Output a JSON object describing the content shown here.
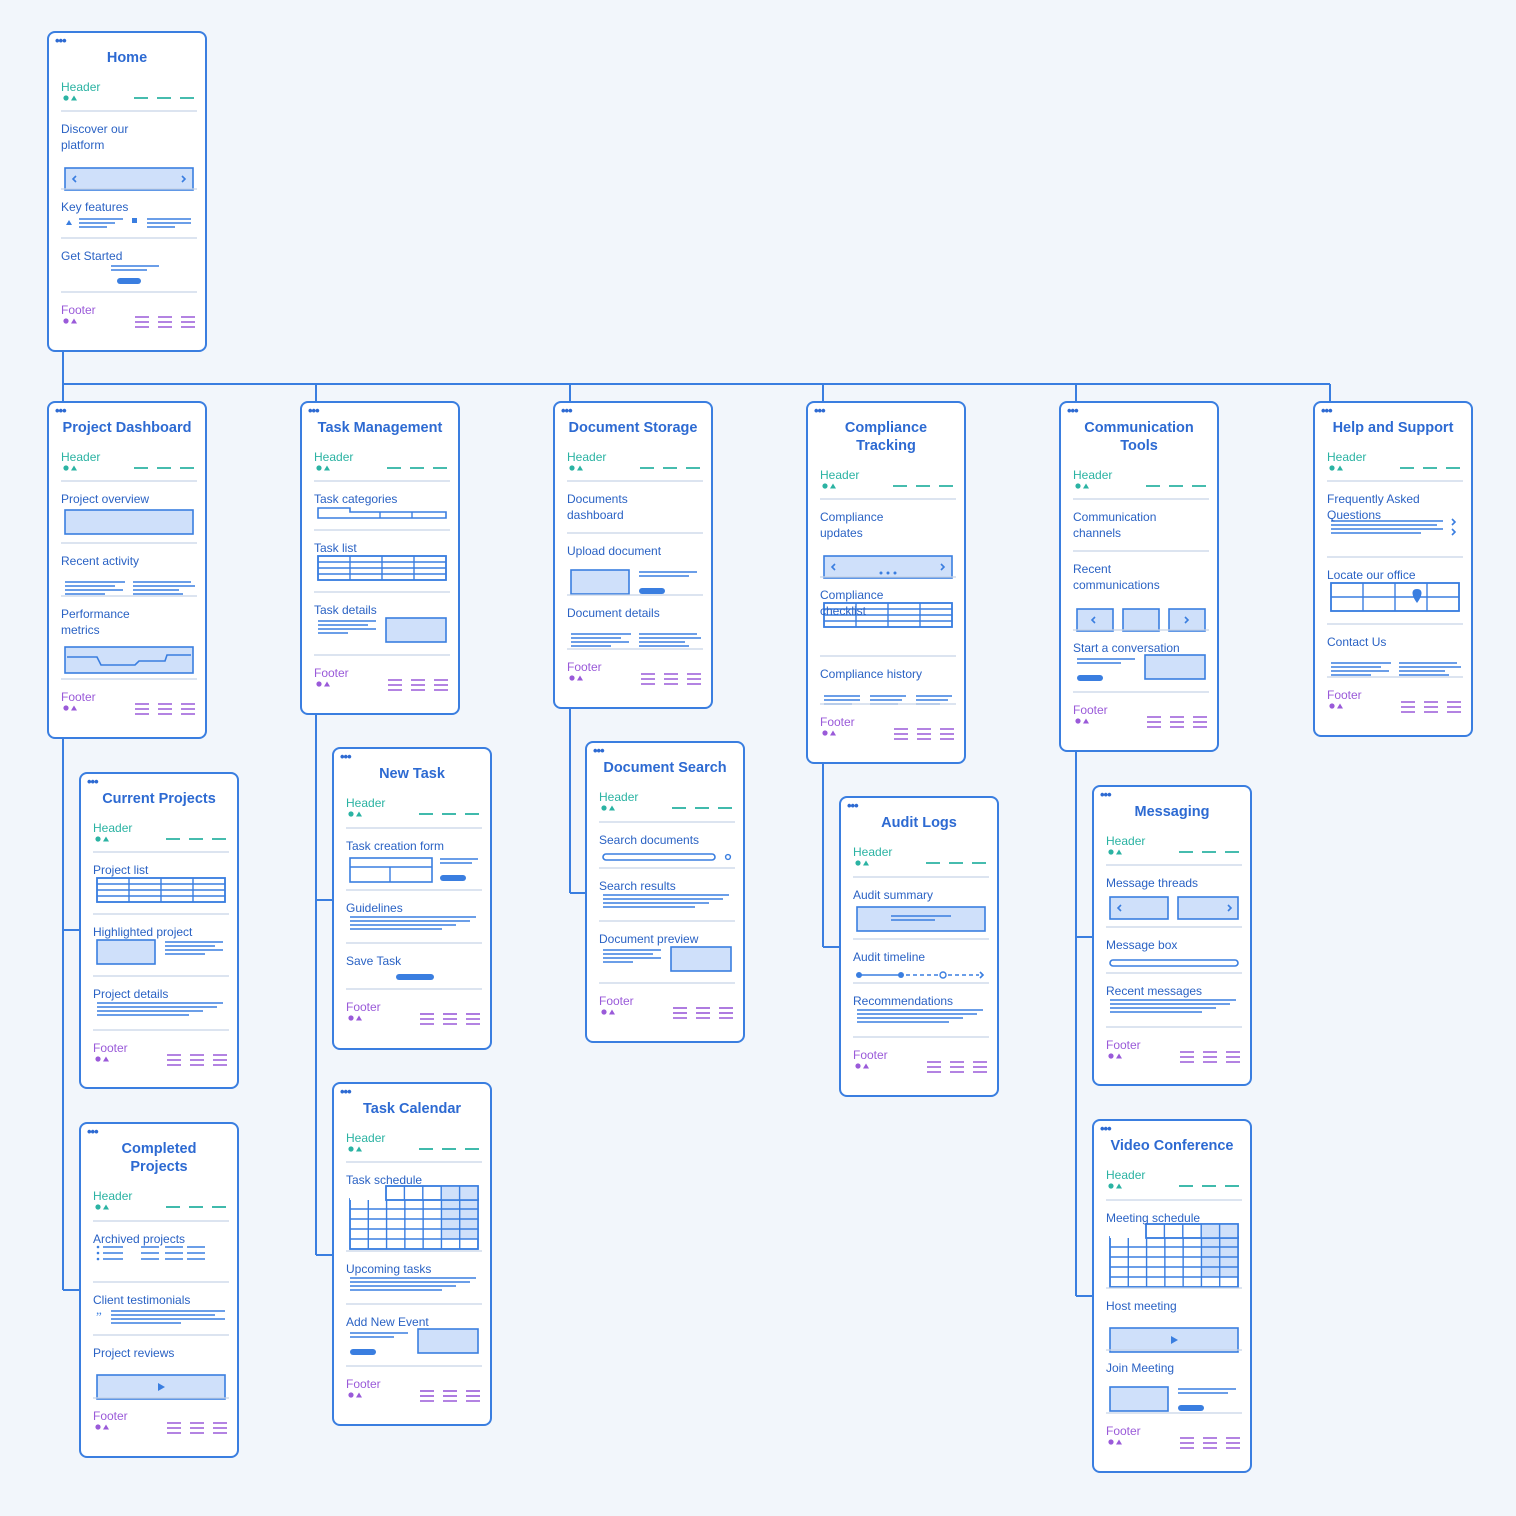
{
  "colors": {
    "blue": "#3a7ee0",
    "teal": "#2bb3a3",
    "purple": "#9a5ad9",
    "fill": "#cfe0fa",
    "background": "#f2f6fb"
  },
  "icons": {
    "window_dots": "•••",
    "header_shapes": "circle-triangle-icon",
    "footer_menu": "hamburger-icon"
  },
  "pages": [
    {
      "id": "home",
      "title": "Home",
      "sections": [
        {
          "label": "Header",
          "type": "header"
        },
        {
          "label": "Discover our platform",
          "type": "carousel"
        },
        {
          "label": "Key features",
          "type": "features"
        },
        {
          "label": "Get Started",
          "type": "cta"
        },
        {
          "label": "Footer",
          "type": "footer"
        }
      ]
    },
    {
      "id": "project-dashboard",
      "title": "Project Dashboard",
      "sections": [
        {
          "label": "Header",
          "type": "header"
        },
        {
          "label": "Project overview",
          "type": "image"
        },
        {
          "label": "Recent activity",
          "type": "text2"
        },
        {
          "label": "Performance metrics",
          "type": "chart"
        },
        {
          "label": "Footer",
          "type": "footer"
        }
      ]
    },
    {
      "id": "task-management",
      "title": "Task Management",
      "sections": [
        {
          "label": "Header",
          "type": "header"
        },
        {
          "label": "Task categories",
          "type": "tabs"
        },
        {
          "label": "Task list",
          "type": "table"
        },
        {
          "label": "Task details",
          "type": "text-image"
        },
        {
          "label": "Footer",
          "type": "footer"
        }
      ]
    },
    {
      "id": "document-storage",
      "title": "Document Storage",
      "sections": [
        {
          "label": "Header",
          "type": "header"
        },
        {
          "label": "Documents dashboard",
          "type": "blank"
        },
        {
          "label": "Upload document",
          "type": "image-text-btn"
        },
        {
          "label": "Document details",
          "type": "text2"
        },
        {
          "label": "Footer",
          "type": "footer"
        }
      ]
    },
    {
      "id": "compliance-tracking",
      "title": "Compliance Tracking",
      "sections": [
        {
          "label": "Header",
          "type": "header"
        },
        {
          "label": "Compliance updates",
          "type": "carousel-dots"
        },
        {
          "label": "Compliance checklist",
          "type": "table"
        },
        {
          "label": "Compliance history",
          "type": "text3"
        },
        {
          "label": "Footer",
          "type": "footer"
        }
      ]
    },
    {
      "id": "communication-tools",
      "title": "Communication Tools",
      "sections": [
        {
          "label": "Header",
          "type": "header"
        },
        {
          "label": "Communication channels",
          "type": "blank"
        },
        {
          "label": "Recent communications",
          "type": "carousel3"
        },
        {
          "label": "Start a conversation",
          "type": "text-btn-image"
        },
        {
          "label": "Footer",
          "type": "footer"
        }
      ]
    },
    {
      "id": "help-and-support",
      "title": "Help and Support",
      "sections": [
        {
          "label": "Header",
          "type": "header"
        },
        {
          "label": "Frequently Asked Questions",
          "type": "faq"
        },
        {
          "label": "Locate our office",
          "type": "map"
        },
        {
          "label": "Contact Us",
          "type": "text2"
        },
        {
          "label": "Footer",
          "type": "footer"
        }
      ]
    },
    {
      "id": "current-projects",
      "title": "Current Projects",
      "sections": [
        {
          "label": "Header",
          "type": "header"
        },
        {
          "label": "Project list",
          "type": "table"
        },
        {
          "label": "Highlighted project",
          "type": "image-text"
        },
        {
          "label": "Project details",
          "type": "text"
        },
        {
          "label": "Footer",
          "type": "footer"
        }
      ]
    },
    {
      "id": "completed-projects",
      "title": "Completed Projects",
      "sections": [
        {
          "label": "Header",
          "type": "header"
        },
        {
          "label": "Archived projects",
          "type": "list"
        },
        {
          "label": "Client testimonials",
          "type": "quote"
        },
        {
          "label": "Project reviews",
          "type": "video"
        },
        {
          "label": "Footer",
          "type": "footer"
        }
      ]
    },
    {
      "id": "new-task",
      "title": "New Task",
      "sections": [
        {
          "label": "Header",
          "type": "header"
        },
        {
          "label": "Task creation form",
          "type": "form"
        },
        {
          "label": "Guidelines",
          "type": "text"
        },
        {
          "label": "Save Task",
          "type": "button"
        },
        {
          "label": "Footer",
          "type": "footer"
        }
      ]
    },
    {
      "id": "task-calendar",
      "title": "Task Calendar",
      "sections": [
        {
          "label": "Header",
          "type": "header"
        },
        {
          "label": "Task schedule",
          "type": "calendar"
        },
        {
          "label": "Upcoming tasks",
          "type": "text"
        },
        {
          "label": "Add New Event",
          "type": "text-btn-image"
        },
        {
          "label": "Footer",
          "type": "footer"
        }
      ]
    },
    {
      "id": "document-search",
      "title": "Document Search",
      "sections": [
        {
          "label": "Header",
          "type": "header"
        },
        {
          "label": "Search documents",
          "type": "search"
        },
        {
          "label": "Search results",
          "type": "text"
        },
        {
          "label": "Document preview",
          "type": "text-image"
        },
        {
          "label": "Footer",
          "type": "footer"
        }
      ]
    },
    {
      "id": "audit-logs",
      "title": "Audit Logs",
      "sections": [
        {
          "label": "Header",
          "type": "header"
        },
        {
          "label": "Audit summary",
          "type": "image-line"
        },
        {
          "label": "Audit timeline",
          "type": "timeline"
        },
        {
          "label": "Recommendations",
          "type": "text"
        },
        {
          "label": "Footer",
          "type": "footer"
        }
      ]
    },
    {
      "id": "messaging",
      "title": "Messaging",
      "sections": [
        {
          "label": "Header",
          "type": "header"
        },
        {
          "label": "Message threads",
          "type": "carousel2"
        },
        {
          "label": "Message box",
          "type": "input"
        },
        {
          "label": "Recent messages",
          "type": "text"
        },
        {
          "label": "Footer",
          "type": "footer"
        }
      ]
    },
    {
      "id": "video-conference",
      "title": "Video Conference",
      "sections": [
        {
          "label": "Header",
          "type": "header"
        },
        {
          "label": "Meeting schedule",
          "type": "calendar"
        },
        {
          "label": "Host meeting",
          "type": "video"
        },
        {
          "label": "Join Meeting",
          "type": "image-text-btn"
        },
        {
          "label": "Footer",
          "type": "footer"
        }
      ]
    }
  ]
}
